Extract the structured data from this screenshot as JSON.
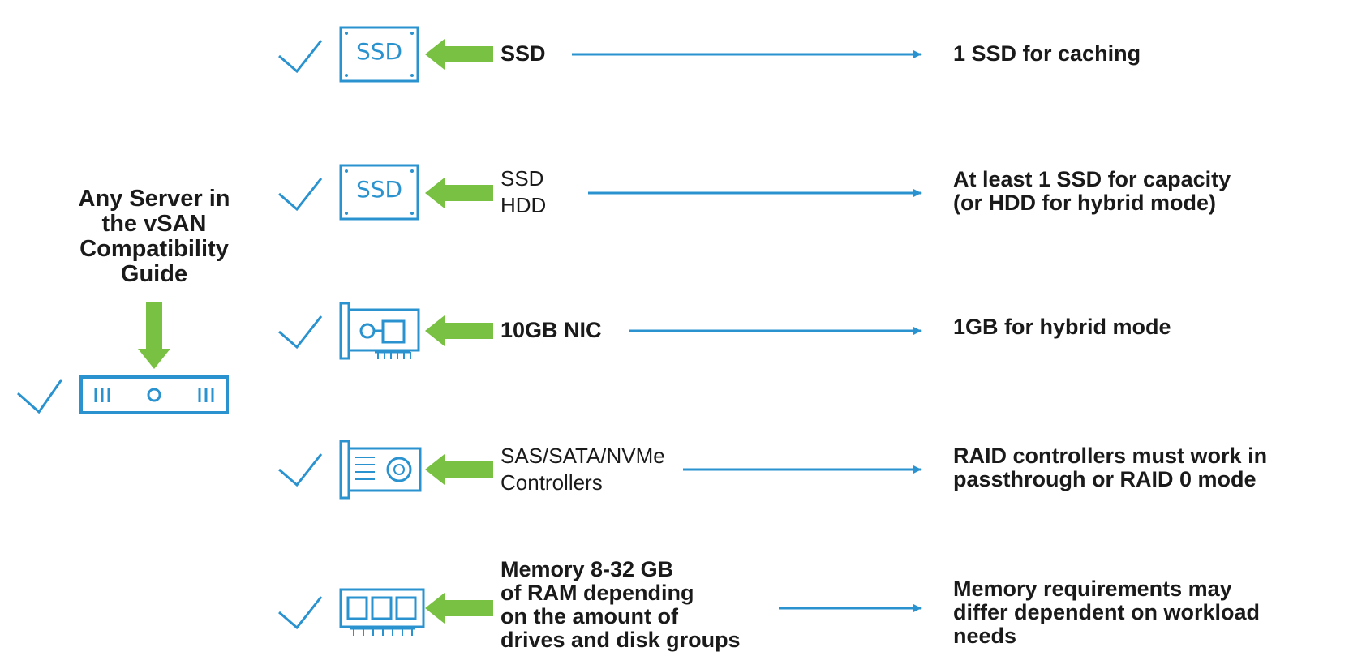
{
  "server": {
    "title_lines": [
      "Any Server in",
      "the vSAN",
      "Compatibility",
      "Guide"
    ],
    "icon": "server-rack-icon",
    "check": "checkmark-icon"
  },
  "colors": {
    "blue": "#2a93cf",
    "green": "#79c142",
    "text": "#1a1a1a"
  },
  "rows": [
    {
      "id": "cache-ssd",
      "icon": "ssd-drive-icon",
      "icon_text": "SSD",
      "label_lines": [
        "SSD"
      ],
      "note_lines": [
        "1 SSD for caching"
      ]
    },
    {
      "id": "capacity-disk",
      "icon": "ssd-drive-icon",
      "icon_text": "SSD",
      "label_lines": [
        "SSD",
        "HDD"
      ],
      "note_lines": [
        "At least 1 SSD for capacity",
        "(or HDD for hybrid mode)"
      ]
    },
    {
      "id": "nic",
      "icon": "network-card-icon",
      "label_lines": [
        "10GB NIC"
      ],
      "note_lines": [
        "1GB for hybrid mode"
      ]
    },
    {
      "id": "controller",
      "icon": "storage-controller-icon",
      "label_lines": [
        "SAS/SATA/NVMe",
        "Controllers"
      ],
      "note_lines": [
        "RAID controllers must work in",
        "passthrough or RAID 0 mode"
      ]
    },
    {
      "id": "memory",
      "icon": "memory-module-icon",
      "label_lines": [
        "Memory 8-32 GB",
        "of RAM depending",
        "on the amount of",
        "drives and disk groups"
      ],
      "note_lines": [
        "Memory requirements may",
        "differ dependent on workload",
        "needs"
      ]
    }
  ]
}
